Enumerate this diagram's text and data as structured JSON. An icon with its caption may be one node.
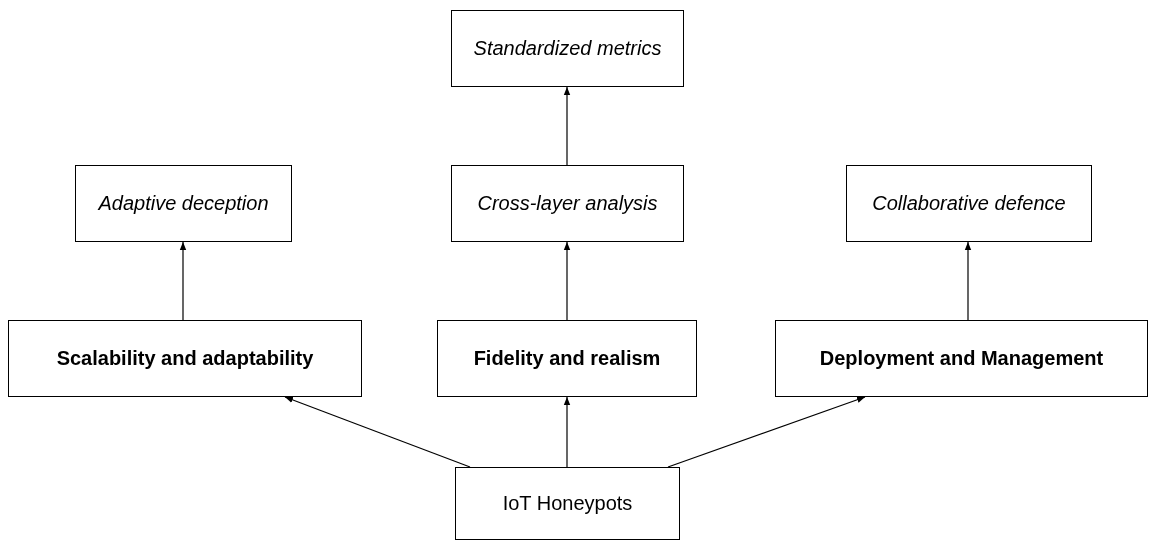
{
  "diagram": {
    "nodes": [
      {
        "text": [
          "Standardized metrics"
        ]
      },
      {
        "text": [
          "Adaptive deception"
        ]
      },
      {
        "text": [
          "Cross-layer analysis"
        ]
      },
      {
        "text": [
          "Collaborative defence"
        ]
      },
      {
        "text": [
          "Scalability and adaptability"
        ]
      },
      {
        "text": [
          "Fidelity and realism"
        ]
      },
      {
        "text": [
          "Deployment and Management"
        ]
      },
      {
        "text": [
          "IoT Honeypots"
        ]
      }
    ],
    "edges": [
      {
        "from": 7,
        "to": 4,
        "arrow": "to"
      },
      {
        "from": 7,
        "to": 5,
        "arrow": "to"
      },
      {
        "from": 7,
        "to": 6,
        "arrow": "to"
      },
      {
        "from": 4,
        "to": 1,
        "arrow": "to"
      },
      {
        "from": 5,
        "to": 2,
        "arrow": "to"
      },
      {
        "from": 2,
        "to": 0,
        "arrow": "to"
      },
      {
        "from": 6,
        "to": 3,
        "arrow": "to"
      }
    ]
  }
}
